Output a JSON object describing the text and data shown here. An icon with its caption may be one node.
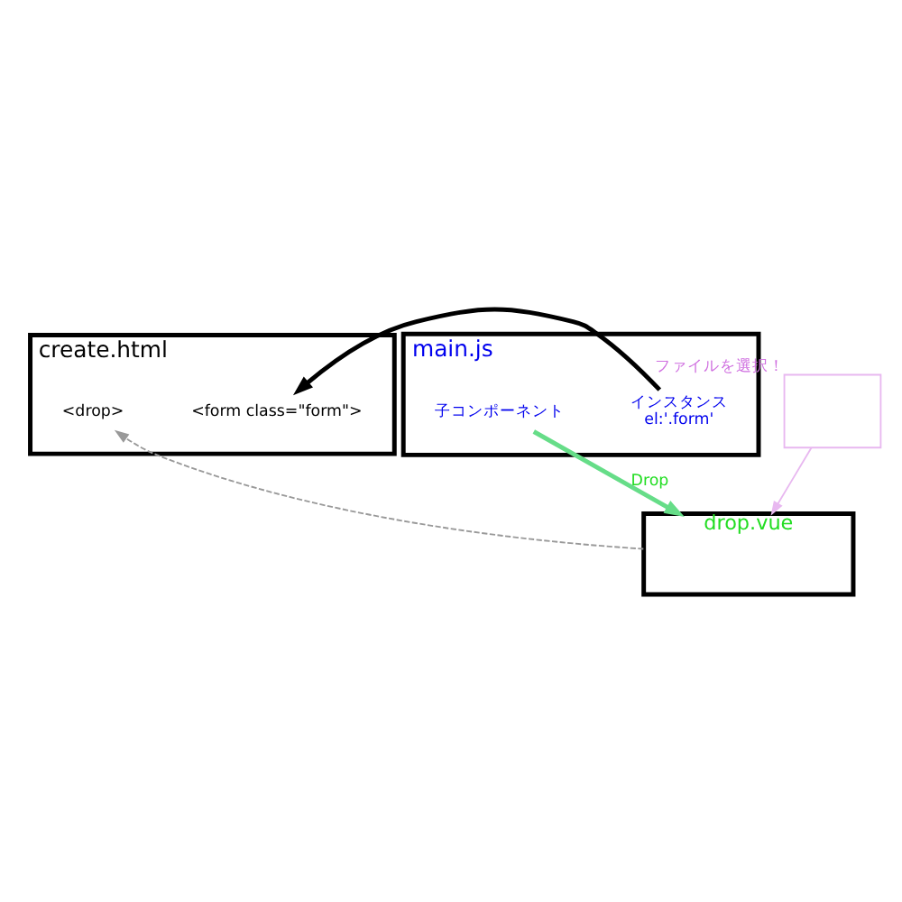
{
  "diagram": {
    "nodes": [
      {
        "text": [
          "create.html"
        ]
      },
      {
        "text": [
          "<form class=\"form\">"
        ],
        "in": 0
      },
      {
        "text": [
          "<drop>"
        ],
        "in": 0
      },
      {
        "text": [
          "main.js"
        ]
      },
      {
        "text": [
          "インスタンス",
          "el:'.form'"
        ],
        "in": 3
      },
      {
        "text": [
          "子コンポーネント"
        ],
        "in": 3
      },
      {
        "text": [
          "drop.vue"
        ]
      },
      {
        "text": [],
        "shape": "box",
        "beside": [
          "ファイルを選択！"
        ]
      }
    ],
    "edges": [
      {
        "from": 4,
        "to": 1,
        "arrow": "to",
        "style": "thick"
      },
      {
        "from": 5,
        "to": 6,
        "arrow": "to",
        "label": "Drop",
        "color": "#66dd88",
        "style": "thick"
      },
      {
        "from": 6,
        "to": 2,
        "arrow": "to",
        "style": "dashed",
        "color": "#999999"
      },
      {
        "from": 7,
        "to": 6,
        "arrow": "to",
        "color": "#e8b8f0"
      }
    ]
  }
}
